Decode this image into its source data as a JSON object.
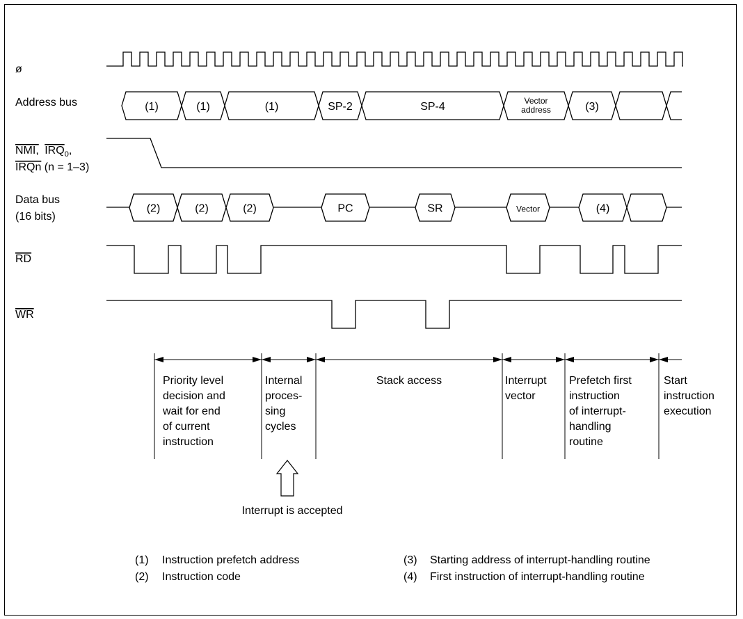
{
  "signals": {
    "clock": "ø",
    "address_bus": "Address bus",
    "nmi_line1_nmi": "NMI,",
    "nmi_line1_irq": "IRQ",
    "nmi_line1_sub": "0",
    "nmi_line1_comma": ",",
    "nmi_line2_irq": "IRQn",
    "nmi_line2_rest": " (n = 1–3)",
    "data_bus_line1": "Data bus",
    "data_bus_line2": "(16 bits)",
    "rd": "RD",
    "wr": "WR"
  },
  "address_bus_segments": [
    "(1)",
    "(1)",
    "(1)",
    "SP-2",
    "SP-4",
    "Vector address",
    "(3)",
    ""
  ],
  "data_bus_segments": [
    "(2)",
    "(2)",
    "(2)",
    "PC",
    "SR",
    "Vector",
    "(4)",
    ""
  ],
  "phases": [
    {
      "lines": [
        "Priority level",
        "decision and",
        "wait for end",
        "of current",
        "instruction"
      ]
    },
    {
      "lines": [
        "Internal",
        "proces-",
        "sing",
        "cycles"
      ]
    },
    {
      "lines": [
        "Stack access"
      ]
    },
    {
      "lines": [
        "Interrupt",
        "vector"
      ]
    },
    {
      "lines": [
        "Prefetch first",
        "instruction",
        "of interrupt-",
        "handling",
        "routine"
      ]
    },
    {
      "lines": [
        "Start",
        "instruction",
        "execution"
      ]
    }
  ],
  "accepted_label": "Interrupt is accepted",
  "legend": [
    {
      "num": "(1)",
      "text": "Instruction prefetch address"
    },
    {
      "num": "(2)",
      "text": "Instruction code"
    },
    {
      "num": "(3)",
      "text": "Starting address of interrupt-handling routine"
    },
    {
      "num": "(4)",
      "text": "First instruction of interrupt-handling routine"
    }
  ]
}
